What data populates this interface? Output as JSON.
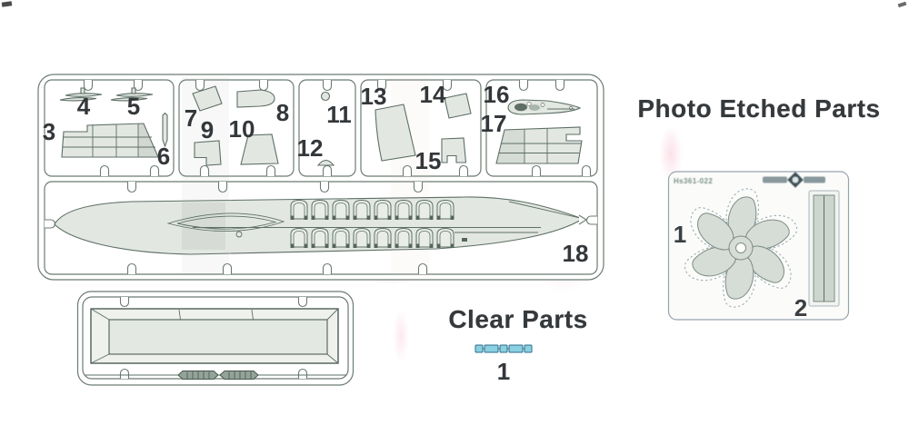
{
  "main_sprue": {
    "part_labels": {
      "p3": "3",
      "p4": "4",
      "p5": "5",
      "p6": "6",
      "p7": "7",
      "p8": "8",
      "p9": "9",
      "p10": "10",
      "p11": "11",
      "p12": "12",
      "p13": "13",
      "p14": "14",
      "p15": "15",
      "p16": "16",
      "p17": "17",
      "p18": "18"
    }
  },
  "clear_parts": {
    "title": "Clear Parts",
    "part_number": "1"
  },
  "photo_etched": {
    "title": "Photo Etched Parts",
    "fret_code": "Hs361-022",
    "part_numbers": {
      "propeller": "1",
      "strip": "2"
    }
  },
  "icons": {
    "brand_logo": "brand-logo",
    "propeller": "six-blade-propeller"
  },
  "colors": {
    "line": "#5d6f66",
    "part_fill": "#e3e7e2",
    "heading": "#35393c",
    "clear_fill": "#8ad0e0",
    "clear_outline": "#2b6e8e"
  }
}
